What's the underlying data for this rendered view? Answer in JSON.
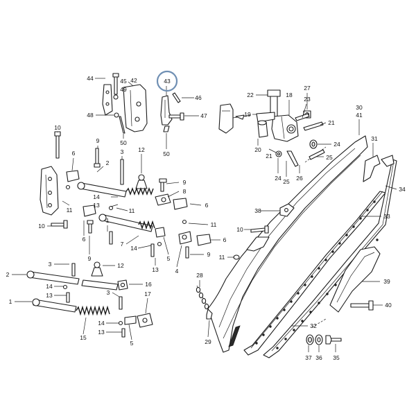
{
  "diagram": {
    "highlight_ring_color": "#6f8fb3",
    "highlighted_label": "43",
    "labels": [
      {
        "id": "c1_30",
        "text": "30"
      },
      {
        "id": "c1_41",
        "text": "41"
      },
      {
        "id": "c1_31",
        "text": "31"
      },
      {
        "id": "c1_34",
        "text": "34"
      },
      {
        "id": "c1_33",
        "text": "33"
      },
      {
        "id": "c1_38",
        "text": "38"
      },
      {
        "id": "c1_10b",
        "text": "10"
      },
      {
        "id": "c1_11c",
        "text": "11"
      },
      {
        "id": "c1_39",
        "text": "39"
      },
      {
        "id": "c1_40",
        "text": "40"
      },
      {
        "id": "c1_32",
        "text": "32"
      },
      {
        "id": "c1_37",
        "text": "37"
      },
      {
        "id": "c1_36",
        "text": "36"
      },
      {
        "id": "c1_35",
        "text": "35"
      },
      {
        "id": "c1_28",
        "text": "28"
      },
      {
        "id": "c1_29",
        "text": "29"
      },
      {
        "id": "t_44",
        "text": "44"
      },
      {
        "id": "t_45",
        "text": "45"
      },
      {
        "id": "t_49",
        "text": "49"
      },
      {
        "id": "t_42",
        "text": "42"
      },
      {
        "id": "t_48",
        "text": "48"
      },
      {
        "id": "t_50a",
        "text": "50"
      },
      {
        "id": "t_43",
        "text": "43"
      },
      {
        "id": "t_46",
        "text": "46"
      },
      {
        "id": "t_47",
        "text": "47"
      },
      {
        "id": "t_50b",
        "text": "50"
      },
      {
        "id": "t_22",
        "text": "22"
      },
      {
        "id": "t_18",
        "text": "18"
      },
      {
        "id": "t_27",
        "text": "27"
      },
      {
        "id": "t_23",
        "text": "23"
      },
      {
        "id": "t_19",
        "text": "19"
      },
      {
        "id": "t_21a",
        "text": "21"
      },
      {
        "id": "t_20",
        "text": "20"
      },
      {
        "id": "t_21b",
        "text": "21"
      },
      {
        "id": "t_24a",
        "text": "24"
      },
      {
        "id": "t_25a",
        "text": "25"
      },
      {
        "id": "t_24b",
        "text": "24"
      },
      {
        "id": "t_25b",
        "text": "25"
      },
      {
        "id": "t_26",
        "text": "26"
      },
      {
        "id": "l_10a",
        "text": "10"
      },
      {
        "id": "l_6a",
        "text": "6"
      },
      {
        "id": "l_9a",
        "text": "9"
      },
      {
        "id": "l_2a",
        "text": "2"
      },
      {
        "id": "l_3a",
        "text": "3"
      },
      {
        "id": "l_12a",
        "text": "12"
      },
      {
        "id": "l_9b",
        "text": "9"
      },
      {
        "id": "l_8",
        "text": "8"
      },
      {
        "id": "l_11a",
        "text": "11"
      },
      {
        "id": "l_14a",
        "text": "14"
      },
      {
        "id": "l_13a",
        "text": "13"
      },
      {
        "id": "l_11b",
        "text": "11"
      },
      {
        "id": "l_6b",
        "text": "6"
      },
      {
        "id": "l_10c",
        "text": "10"
      },
      {
        "id": "l_6c",
        "text": "6"
      },
      {
        "id": "l_1a",
        "text": "1"
      },
      {
        "id": "l_5a",
        "text": "5"
      },
      {
        "id": "l_11d",
        "text": "11"
      },
      {
        "id": "l_7",
        "text": "7"
      },
      {
        "id": "l_14b",
        "text": "14"
      },
      {
        "id": "l_6d",
        "text": "6"
      },
      {
        "id": "l_9c",
        "text": "9"
      },
      {
        "id": "l_13b",
        "text": "13"
      },
      {
        "id": "l_4",
        "text": "4"
      },
      {
        "id": "l_9d",
        "text": "9"
      },
      {
        "id": "l_3b",
        "text": "3"
      },
      {
        "id": "l_12b",
        "text": "12"
      },
      {
        "id": "l_2b",
        "text": "2"
      },
      {
        "id": "l_14c",
        "text": "14"
      },
      {
        "id": "l_13c",
        "text": "13"
      },
      {
        "id": "l_16",
        "text": "16"
      },
      {
        "id": "l_3c",
        "text": "3"
      },
      {
        "id": "l_17",
        "text": "17"
      },
      {
        "id": "l_1b",
        "text": "1"
      },
      {
        "id": "l_14d",
        "text": "14"
      },
      {
        "id": "l_13d",
        "text": "13"
      },
      {
        "id": "l_15",
        "text": "15"
      },
      {
        "id": "l_5b",
        "text": "5"
      }
    ]
  }
}
